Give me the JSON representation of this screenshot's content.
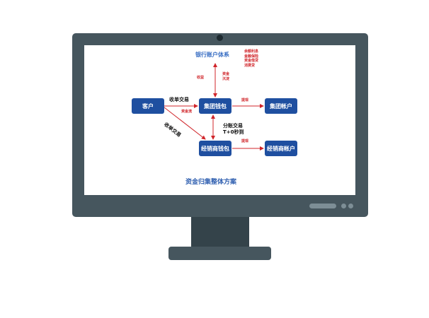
{
  "diagram": {
    "top_title": "银行账户体系",
    "services": [
      "余额利息",
      "金融保险",
      "资金借贷",
      "消费贷"
    ],
    "nodes": {
      "customer": "客户",
      "group_wallet": "集团钱包",
      "group_account": "集团帐户",
      "dealer_wallet": "经销商钱包",
      "dealer_account": "经销商帐户"
    },
    "labels": {
      "income": "收益",
      "deposit_1": "资金",
      "deposit_2": "沉淀",
      "withdraw_group": "提现",
      "withdraw_dealer": "提现",
      "acquiring_1": "收单交易",
      "fund_flow": "资金流",
      "acquiring_2": "收单交易",
      "split_1": "分账交易",
      "split_2": "T+0秒到"
    },
    "caption": "资金归集整体方案"
  },
  "colors": {
    "node": "#1f4fa0",
    "arrow": "#d0252a",
    "frame": "#46565e"
  }
}
